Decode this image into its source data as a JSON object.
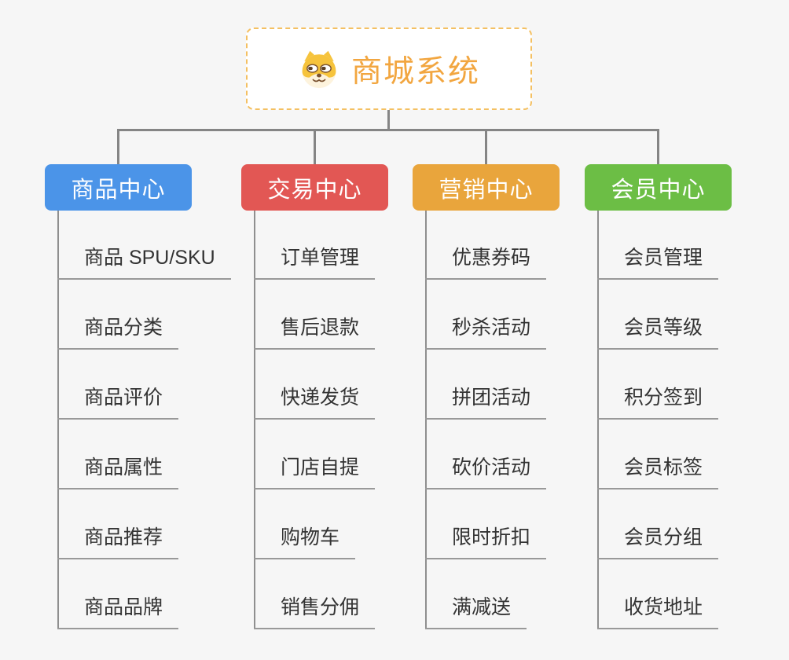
{
  "root": {
    "title": "商城系统",
    "icon": "shiba-dog-icon",
    "title_color": "#f2a640",
    "border_color": "#f4c062",
    "background": "#ffffff"
  },
  "connector_color": "#858585",
  "child_text_color": "#333333",
  "child_underline_color": "#999999",
  "background_color": "#f6f6f6",
  "branches": [
    {
      "label": "商品中心",
      "color": "#4b94e8",
      "children": [
        "商品 SPU/SKU",
        "商品分类",
        "商品评价",
        "商品属性",
        "商品推荐",
        "商品品牌"
      ]
    },
    {
      "label": "交易中心",
      "color": "#e25754",
      "children": [
        "订单管理",
        "售后退款",
        "快递发货",
        "门店自提",
        "购物车",
        "销售分佣"
      ]
    },
    {
      "label": "营销中心",
      "color": "#e9a53c",
      "children": [
        "优惠券码",
        "秒杀活动",
        "拼团活动",
        "砍价活动",
        "限时折扣",
        "满减送"
      ]
    },
    {
      "label": "会员中心",
      "color": "#6cbe45",
      "children": [
        "会员管理",
        "会员等级",
        "积分签到",
        "会员标签",
        "会员分组",
        "收货地址"
      ]
    }
  ]
}
